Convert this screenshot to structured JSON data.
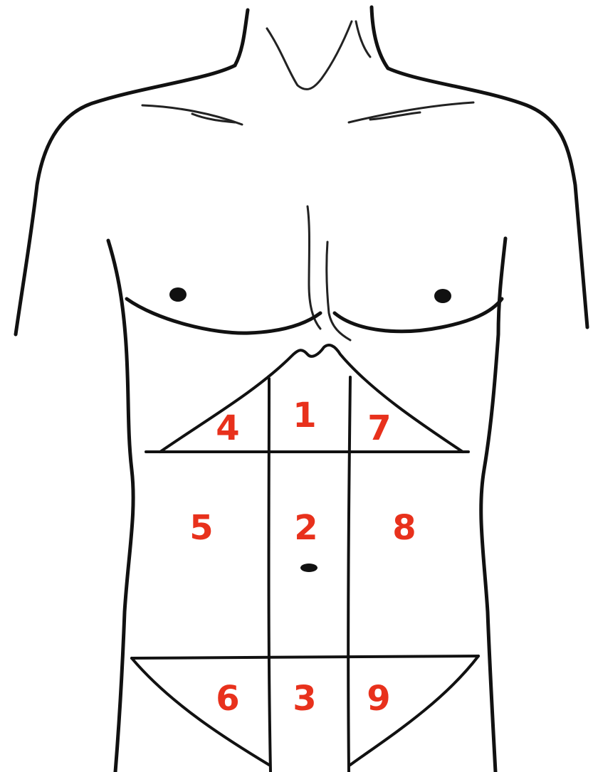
{
  "diagram": {
    "label_color": "#e8311c",
    "regions": [
      {
        "id": "1",
        "label": "1"
      },
      {
        "id": "2",
        "label": "2"
      },
      {
        "id": "3",
        "label": "3"
      },
      {
        "id": "4",
        "label": "4"
      },
      {
        "id": "5",
        "label": "5"
      },
      {
        "id": "6",
        "label": "6"
      },
      {
        "id": "7",
        "label": "7"
      },
      {
        "id": "8",
        "label": "8"
      },
      {
        "id": "9",
        "label": "9"
      }
    ]
  }
}
